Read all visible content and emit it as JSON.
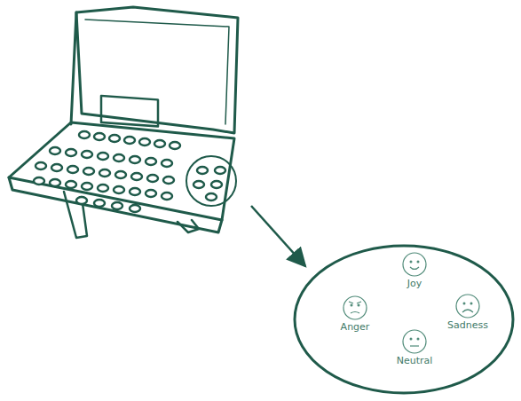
{
  "diagram": {
    "nodes": [
      {
        "text": []
      },
      {
        "text": [
          "Joy"
        ],
        "in": 0
      },
      {
        "text": [
          "Anger"
        ],
        "in": 0
      },
      {
        "text": [
          "Sadness"
        ],
        "in": 0
      },
      {
        "text": [
          "Neutral"
        ],
        "in": 0
      }
    ]
  }
}
